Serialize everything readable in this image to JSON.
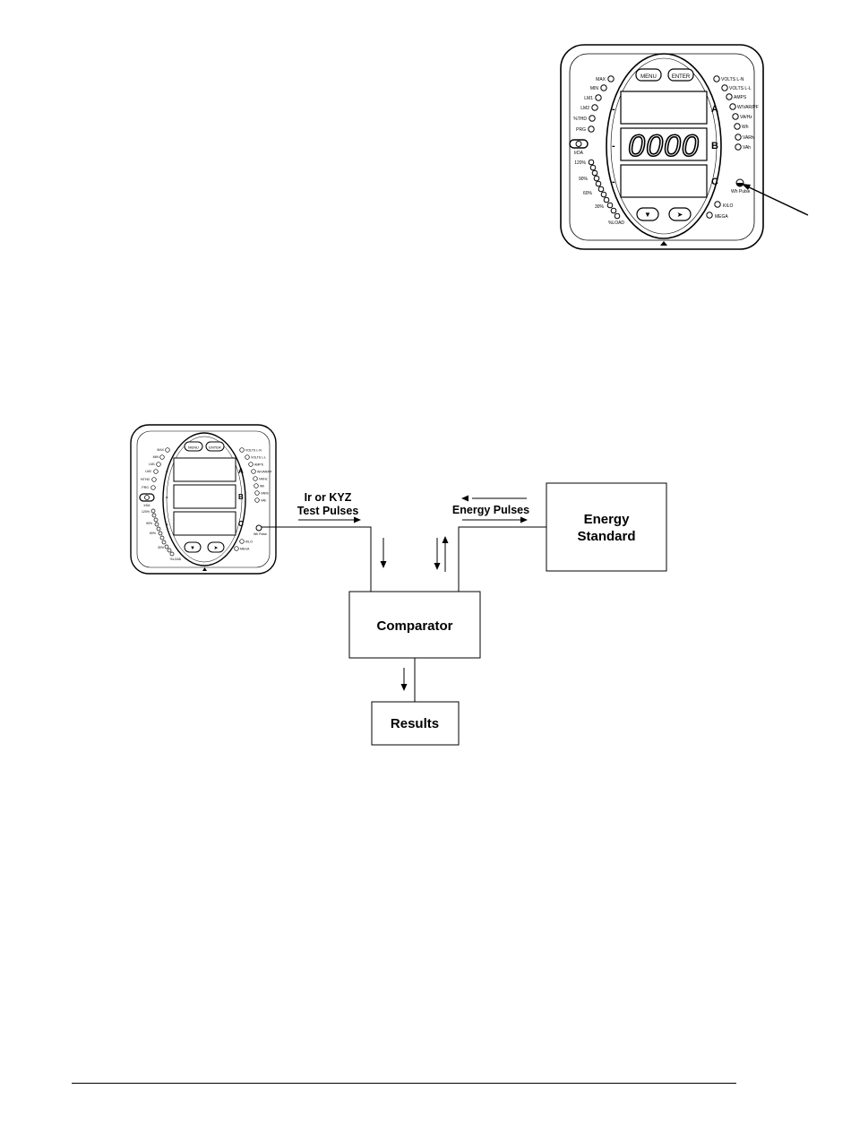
{
  "meter_top": {
    "buttons": {
      "menu": "MENU",
      "enter": "ENTER",
      "down": "▼",
      "right": "➤"
    },
    "display_value": "0000",
    "row_letters": [
      "A",
      "B",
      "C"
    ],
    "row_dashes": [
      "-",
      "-",
      "-"
    ],
    "left_labels": [
      "MAX",
      "MIN",
      "LM1",
      "LM2",
      "%THD",
      "PRG"
    ],
    "irda_label": "IrDA",
    "load_labels": [
      "120%",
      "90%",
      "60%",
      "30%",
      "%LOAD"
    ],
    "right_labels": [
      "VOLTS L-N",
      "VOLTS L-L",
      "AMPS",
      "W/VAR/PF",
      "VA/Hz",
      "Wh",
      "VARh",
      "VAh"
    ],
    "pulse_label": "Wh Pulse",
    "bottom_right_labels": [
      "KILO",
      "MEGA"
    ]
  },
  "meter_small": {
    "buttons": {
      "menu": "MENU",
      "enter": "ENTER",
      "down": "▼",
      "right": "➤"
    },
    "row_letters": [
      "A",
      "B",
      "C"
    ],
    "row_dashes": [
      "-",
      "-",
      "-"
    ],
    "left_labels": [
      "MAX",
      "MIN",
      "LM1",
      "LM2",
      "%THD",
      "PRG"
    ],
    "irda_label": "IrDA",
    "load_labels": [
      "120%",
      "90%",
      "60%",
      "30%",
      "%LOAD"
    ],
    "right_labels": [
      "VOLTS L-N",
      "VOLTS L-L",
      "AMPS",
      "W/VAR/PF",
      "VA/Hz",
      "Wh",
      "VARh",
      "VAh"
    ],
    "pulse_label": "Wh Pulse",
    "bottom_right_labels": [
      "KILO",
      "MEGA"
    ]
  },
  "diagram": {
    "test_pulses_line1": "Ir or KYZ",
    "test_pulses_line2": "Test Pulses",
    "energy_pulses": "Energy Pulses",
    "energy_standard_line1": "Energy",
    "energy_standard_line2": "Standard",
    "comparator": "Comparator",
    "results": "Results"
  }
}
